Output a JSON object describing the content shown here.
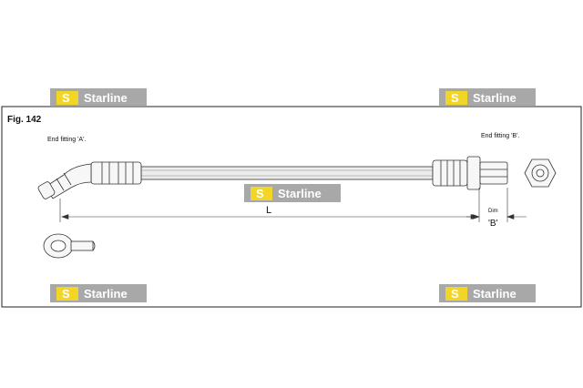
{
  "figure": {
    "fig_label": "Fig. 142",
    "end_fitting_a": "End fitting 'A'.",
    "end_fitting_b": "End fitting 'B'.",
    "length_label": "L",
    "dim_label": "Dim",
    "dim_value": "'B'"
  },
  "watermark": {
    "brand": "Starline",
    "mark": "S",
    "box_color": "#9a9a9a",
    "mark_color": "#f2d000"
  }
}
